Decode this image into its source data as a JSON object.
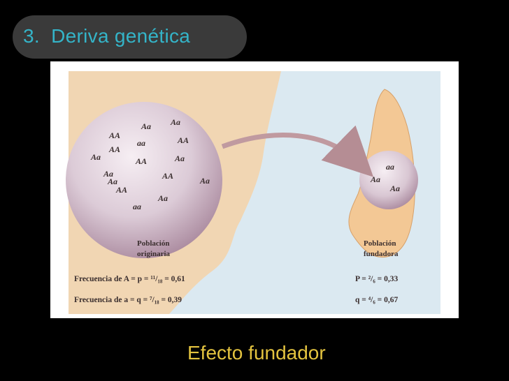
{
  "title": "3.  Deriva genética",
  "caption": "Efecto fundador",
  "colors": {
    "title_text": "#34b4c8",
    "caption_text": "#e3c33f",
    "background": "#000000",
    "panel": "#f1d4b0",
    "sea": "#dbe9f0",
    "island": "#f3c895",
    "population": "#d5c5d1",
    "arrow": "#c09a9f"
  },
  "diagram": {
    "original_population": {
      "label_line1": "Población",
      "label_line2": "originaria",
      "genotypes": [
        "Aa",
        "Aa",
        "AA",
        "aa",
        "AA",
        "AA",
        "Aa",
        "AA",
        "Aa",
        "Aa",
        "AA",
        "Aa",
        "AA",
        "Aa",
        "aa",
        "Aa"
      ]
    },
    "founder_population": {
      "label_line1": "Población",
      "label_line2": "fundadora",
      "genotypes": [
        "aa",
        "Aa",
        "Aa"
      ]
    },
    "frequencies_left": [
      "Frecuencia de A = p = ¹¹/₁₈ = 0,61",
      "Frecuencia de a = q = ⁷/₁₈ = 0,39"
    ],
    "frequencies_right": [
      "P = ²/₆ = 0,33",
      "q = ⁴/₆ = 0,67"
    ]
  }
}
